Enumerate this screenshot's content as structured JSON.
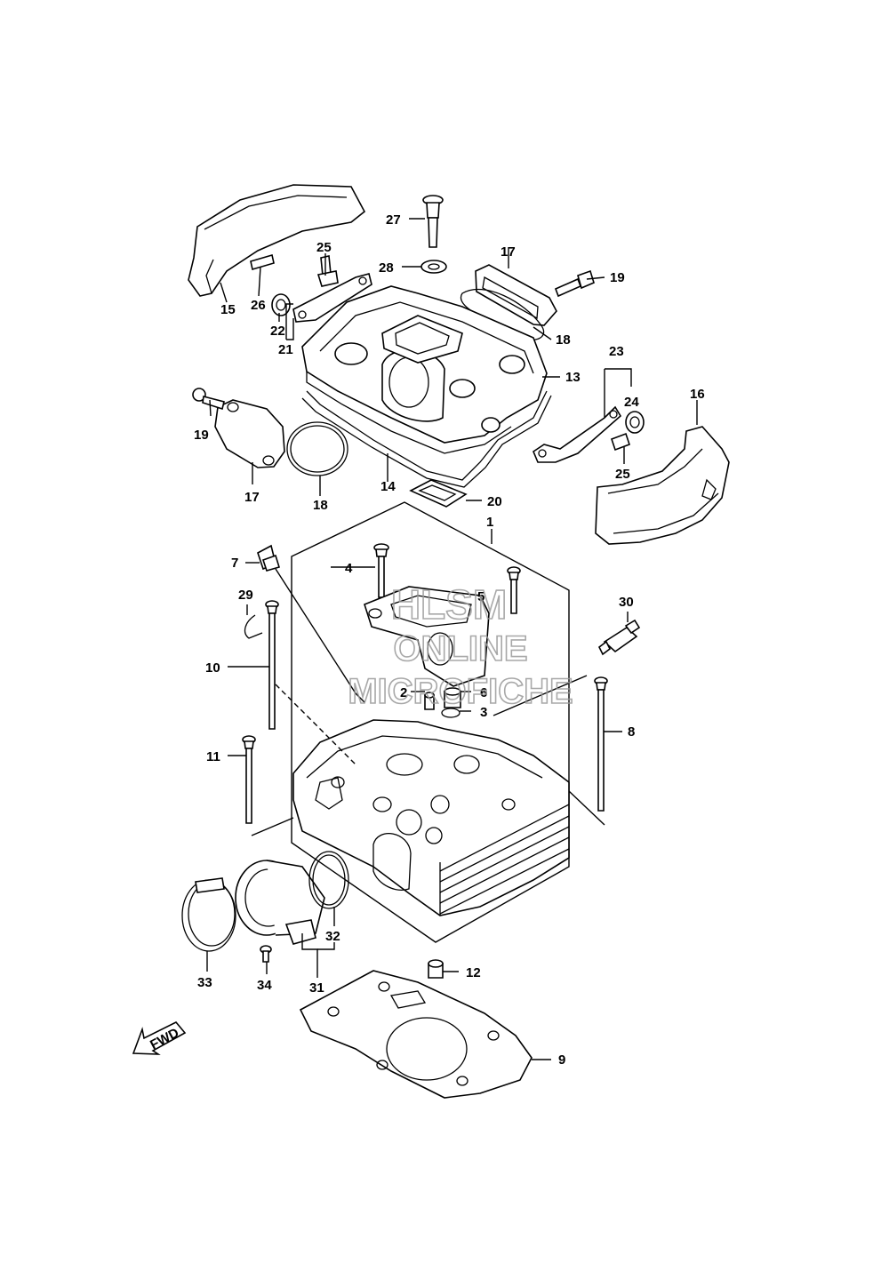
{
  "watermark": {
    "line1": "HLSM",
    "line2": "ONLINE",
    "line3": "MICROFICHE"
  },
  "direction_label": "FWD",
  "callouts": [
    {
      "id": "c1",
      "text": "1"
    },
    {
      "id": "c2",
      "text": "2"
    },
    {
      "id": "c3",
      "text": "3"
    },
    {
      "id": "c4",
      "text": "4"
    },
    {
      "id": "c5",
      "text": "5"
    },
    {
      "id": "c6",
      "text": "6"
    },
    {
      "id": "c7",
      "text": "7"
    },
    {
      "id": "c8",
      "text": "8"
    },
    {
      "id": "c9",
      "text": "9"
    },
    {
      "id": "c10",
      "text": "10"
    },
    {
      "id": "c11",
      "text": "11"
    },
    {
      "id": "c12",
      "text": "12"
    },
    {
      "id": "c13",
      "text": "13"
    },
    {
      "id": "c14",
      "text": "14"
    },
    {
      "id": "c15",
      "text": "15"
    },
    {
      "id": "c16",
      "text": "16"
    },
    {
      "id": "c17a",
      "text": "17"
    },
    {
      "id": "c17b",
      "text": "17"
    },
    {
      "id": "c18a",
      "text": "18"
    },
    {
      "id": "c18b",
      "text": "18"
    },
    {
      "id": "c19a",
      "text": "19"
    },
    {
      "id": "c19b",
      "text": "19"
    },
    {
      "id": "c20",
      "text": "20"
    },
    {
      "id": "c21",
      "text": "21"
    },
    {
      "id": "c22",
      "text": "22"
    },
    {
      "id": "c23",
      "text": "23"
    },
    {
      "id": "c24",
      "text": "24"
    },
    {
      "id": "c25a",
      "text": "25"
    },
    {
      "id": "c25b",
      "text": "25"
    },
    {
      "id": "c26",
      "text": "26"
    },
    {
      "id": "c27",
      "text": "27"
    },
    {
      "id": "c28",
      "text": "28"
    },
    {
      "id": "c29",
      "text": "29"
    },
    {
      "id": "c30",
      "text": "30"
    },
    {
      "id": "c31",
      "text": "31"
    },
    {
      "id": "c32",
      "text": "32"
    },
    {
      "id": "c33",
      "text": "33"
    },
    {
      "id": "c34",
      "text": "34"
    }
  ]
}
